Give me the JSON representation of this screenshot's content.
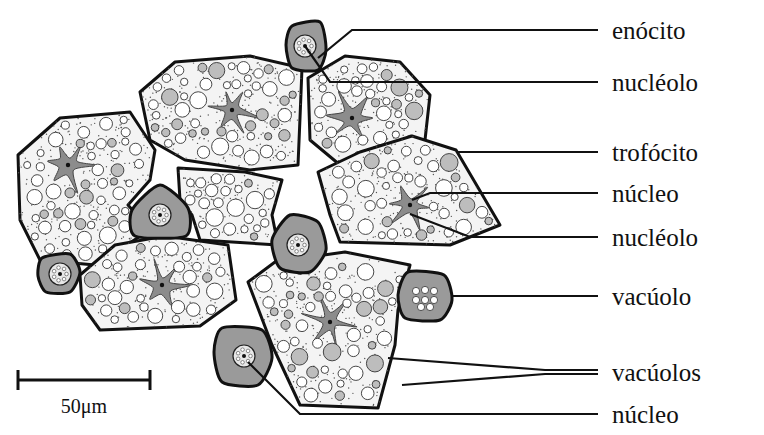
{
  "diagram": {
    "labels": [
      "enócito",
      "nucléolo",
      "trofócito",
      "núcleo",
      "nucléolo",
      "vacúolo",
      "vacúolos",
      "núcleo",
      "50μm"
    ]
  }
}
